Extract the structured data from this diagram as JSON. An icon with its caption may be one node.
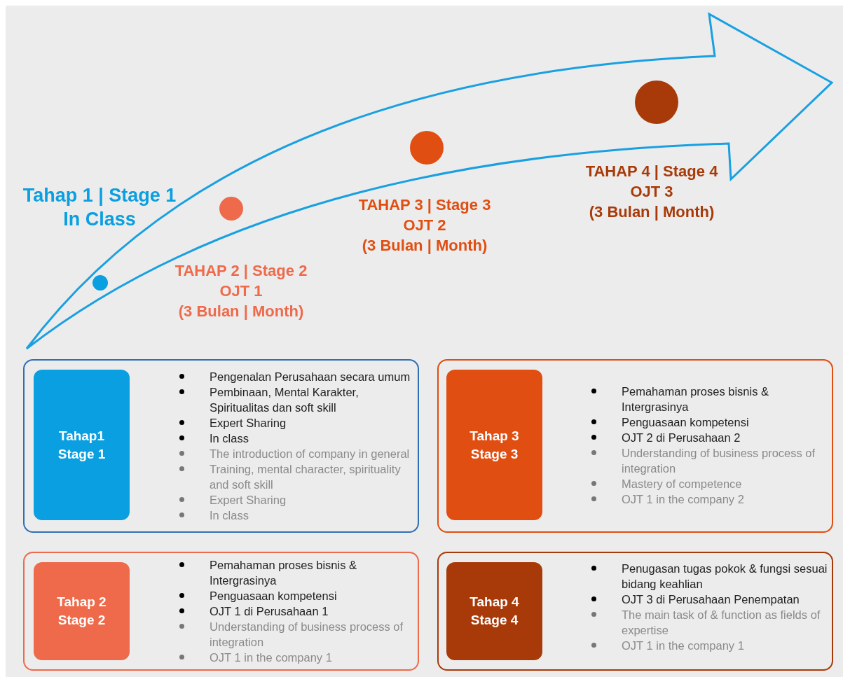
{
  "diagram": {
    "nodes": [
      {
        "text": [],
        "shape": "circle",
        "beside": [
          "Tahap 1 | Stage 1",
          "In Class"
        ]
      },
      {
        "text": [],
        "shape": "circle",
        "beside": [
          "TAHAP 2 | Stage 2",
          "OJT 1",
          "(3 Bulan | Month)"
        ]
      },
      {
        "text": [],
        "shape": "circle",
        "beside": [
          "TAHAP 3 | Stage 3",
          "OJT 2",
          "(3 Bulan | Month)"
        ]
      },
      {
        "text": [],
        "shape": "circle",
        "beside": [
          "TAHAP 4 | Stage 4",
          "OJT 3",
          "(3 Bulan | Month)"
        ]
      },
      {
        "text": [
          "Pengenalan Perusahaan secara umum",
          "Pembinaan, Mental Karakter, Spiritualitas dan soft skill",
          "Expert Sharing",
          "In class",
          "The introduction of company in general",
          "Training, mental character, spirituality and soft skill",
          "Expert Sharing",
          "In class"
        ]
      },
      {
        "text": [
          "Tahap1 Stage 1"
        ],
        "in": 4
      },
      {
        "text": [
          "Pemahaman proses bisnis & Intergrasinya",
          "Penguasaan kompetensi",
          "OJT 2 di Perusahaan 2",
          "Understanding of business process of integration",
          "Mastery of competence",
          "OJT 1 in the company 2"
        ]
      },
      {
        "text": [
          "Tahap 3 Stage 3"
        ],
        "in": 6
      },
      {
        "text": [
          "Pemahaman proses bisnis & Intergrasinya",
          "Penguasaan kompetensi",
          "OJT 1 di Perusahaan 1",
          "Understanding of business process of integration",
          "OJT 1 in the company 1"
        ]
      },
      {
        "text": [
          "Tahap 2 Stage 2"
        ],
        "in": 8
      },
      {
        "text": [
          "Penugasan tugas pokok & fungsi sesuai bidang keahlian",
          "OJT 3 di Perusahaan Penempatan",
          "The main task of & function as fields of expertise",
          "OJT 1 in the company 1"
        ]
      },
      {
        "text": [
          "Tahap 4 Stage 4"
        ],
        "in": 10
      }
    ],
    "edges": []
  }
}
